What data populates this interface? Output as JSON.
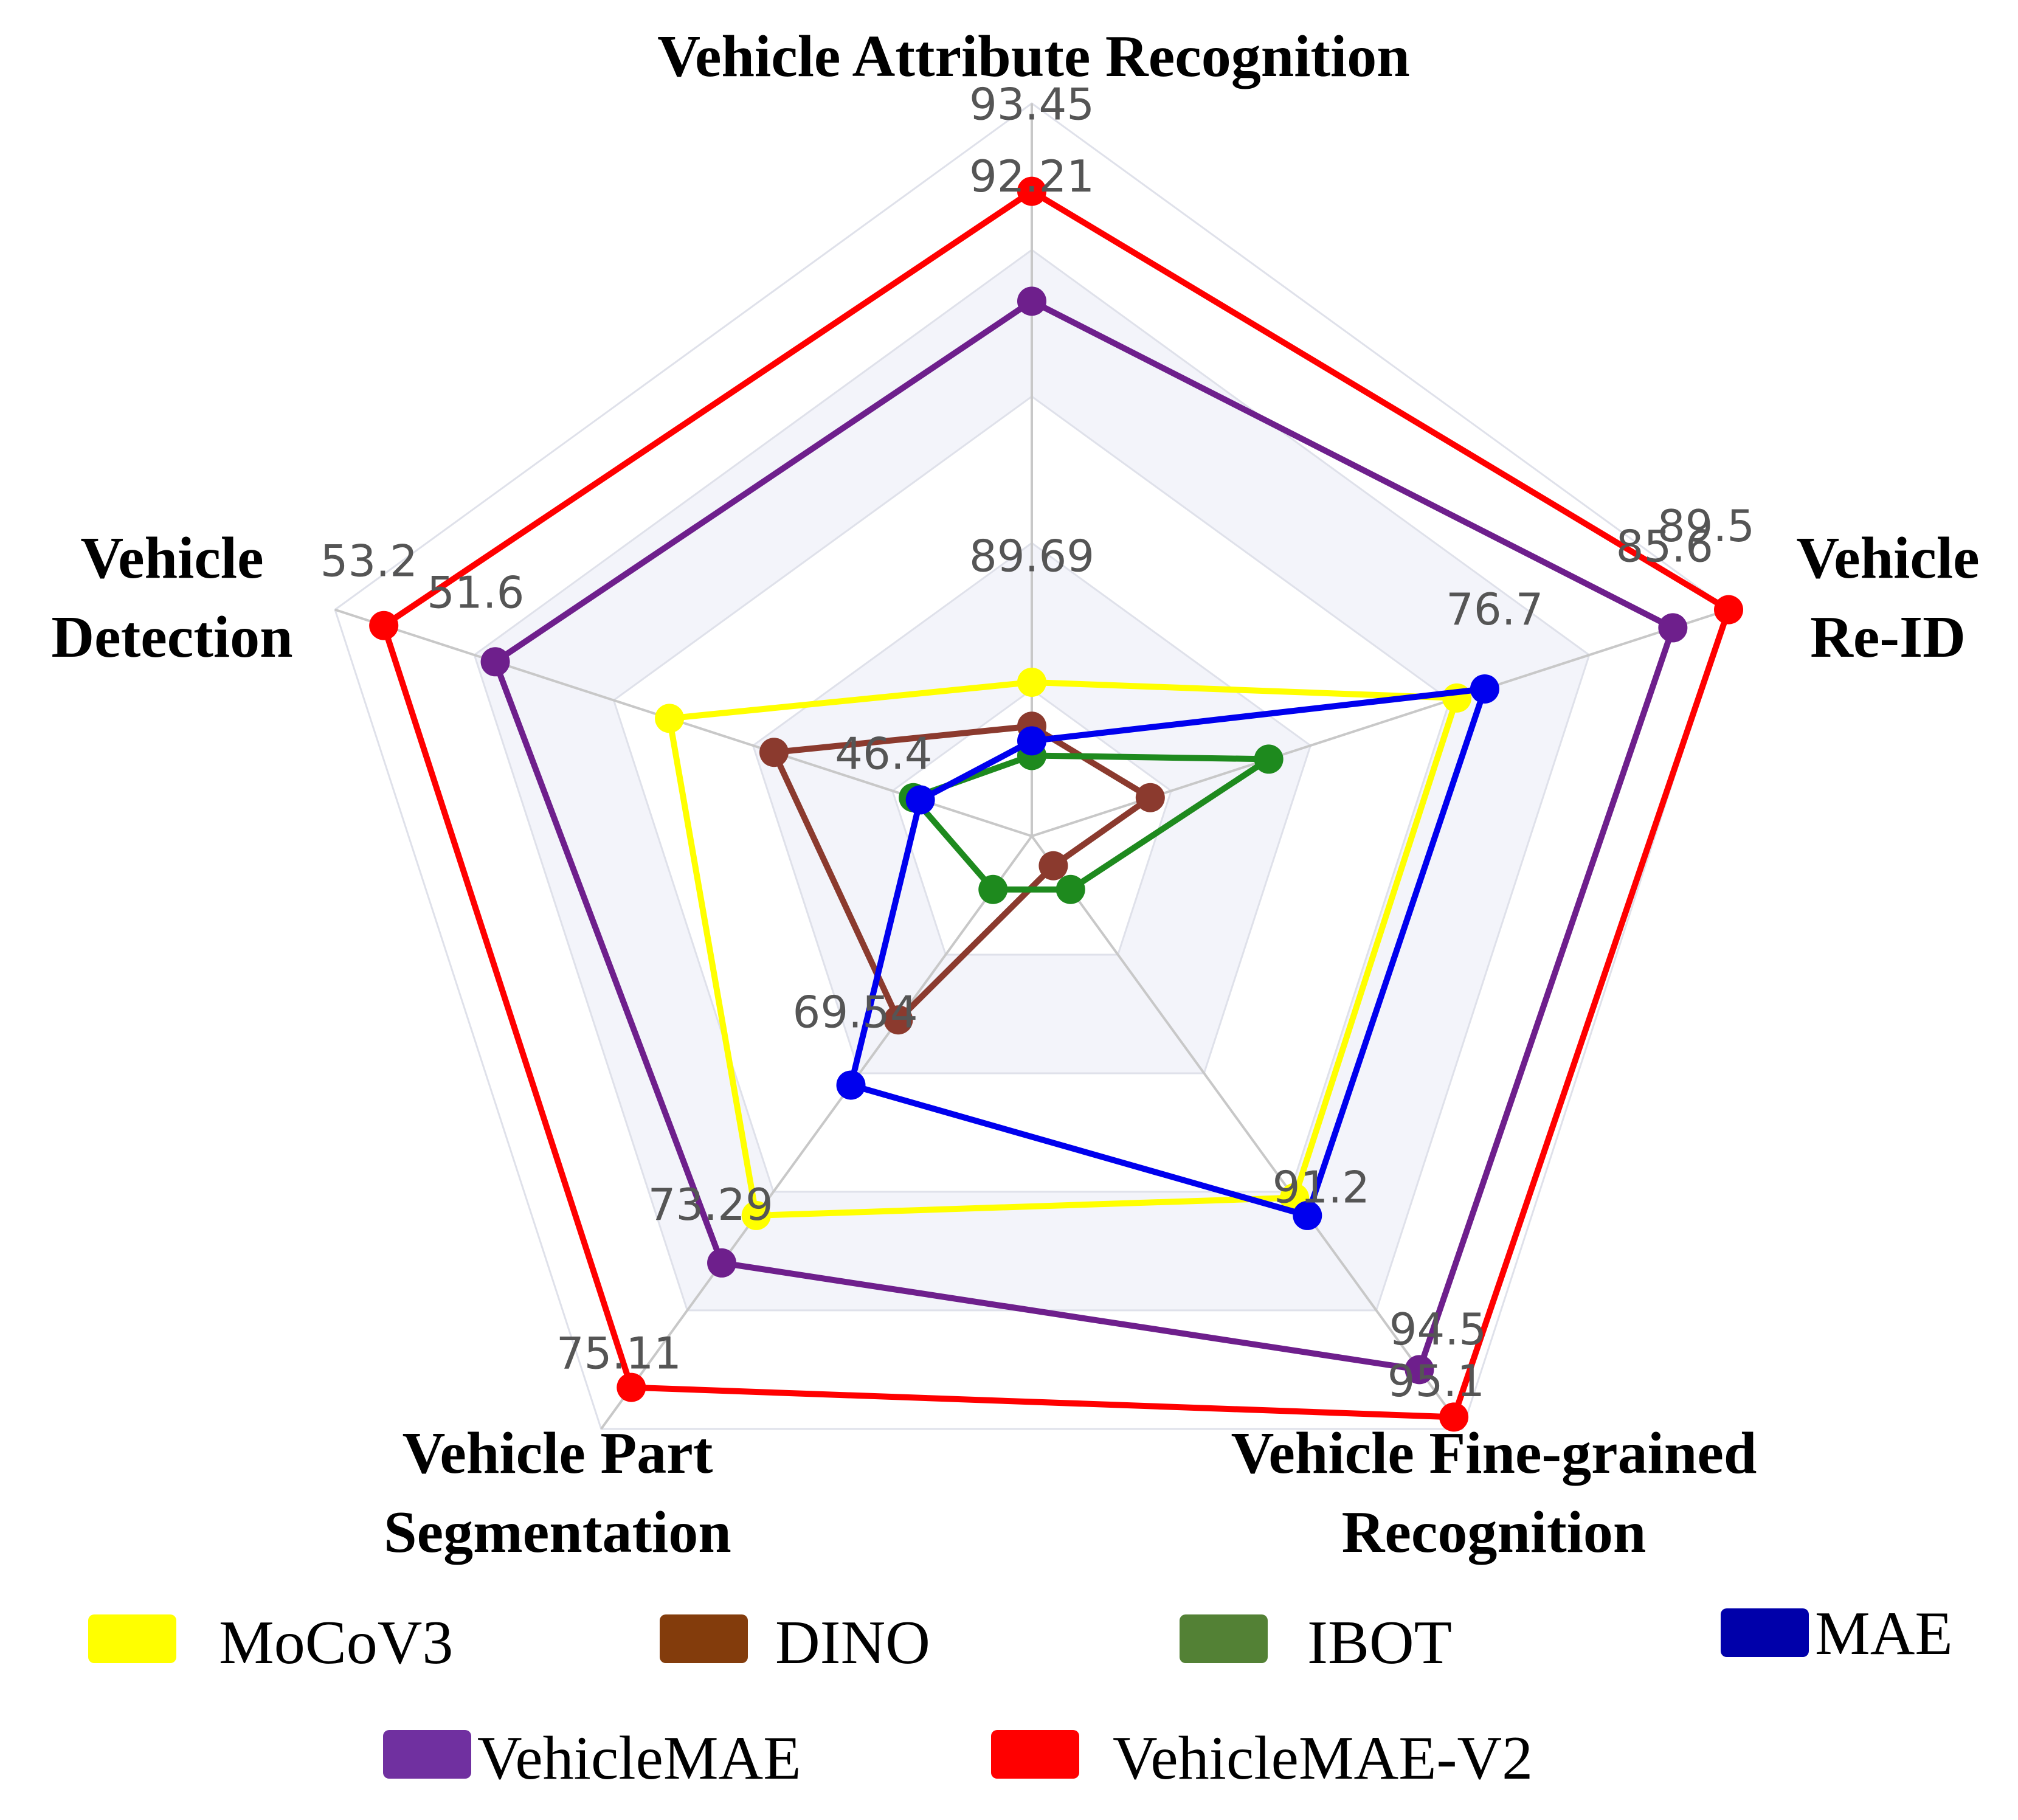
{
  "chart_data": {
    "type": "radar",
    "axes": [
      "Vehicle Attribute Recognition",
      "Vehicle Re-ID",
      "Vehicle Fine-grained Recognition",
      "Vehicle Part Segmentation",
      "Vehicle Detection"
    ],
    "axis_title_lines": [
      [
        "Vehicle Attribute Recognition"
      ],
      [
        "Vehicle",
        "Re-ID"
      ],
      [
        "Vehicle Fine-grained",
        "Recognition"
      ],
      [
        "Vehicle Part",
        "Segmentation"
      ],
      [
        "Vehicle",
        "Detection"
      ]
    ],
    "series": [
      {
        "name": "MoCoV3",
        "color": "#ffff00",
        "values": [
          0.21,
          0.61,
          0.61,
          0.64,
          0.52
        ]
      },
      {
        "name": "DINO",
        "color": "#8b3a2e",
        "values": [
          0.15,
          0.17,
          0.05,
          0.31,
          0.37
        ]
      },
      {
        "name": "IBOT",
        "color": "#1e8a1e",
        "values": [
          0.11,
          0.34,
          0.09,
          0.09,
          0.17
        ]
      },
      {
        "name": "MAE",
        "color": "#0000ee",
        "values": [
          0.13,
          0.65,
          0.64,
          0.42,
          0.16
        ]
      },
      {
        "name": "VehicleMAE",
        "color": "#6e1f8c",
        "values": [
          0.73,
          0.92,
          0.9,
          0.72,
          0.77
        ]
      },
      {
        "name": "VehicleMAE-V2",
        "color": "#ff0000",
        "values": [
          0.88,
          1.0,
          0.98,
          0.93,
          0.93
        ]
      }
    ],
    "value_labels": [
      {
        "axis": 0,
        "text": "93.45"
      },
      {
        "axis": 0,
        "text": "92.21"
      },
      {
        "axis": 0,
        "text": "89.69"
      },
      {
        "axis": 1,
        "text": "85.6"
      },
      {
        "axis": 1,
        "text": "89.5"
      },
      {
        "axis": 1,
        "text": "76.7"
      },
      {
        "axis": 2,
        "text": "91.2"
      },
      {
        "axis": 2,
        "text": "94.5"
      },
      {
        "axis": 2,
        "text": "95.1"
      },
      {
        "axis": 3,
        "text": "69.54"
      },
      {
        "axis": 3,
        "text": "73.29"
      },
      {
        "axis": 3,
        "text": "75.11"
      },
      {
        "axis": 4,
        "text": "53.2"
      },
      {
        "axis": 4,
        "text": "51.6"
      },
      {
        "axis": 4,
        "text": "46.4"
      }
    ],
    "rings": 5,
    "legend_rows": [
      [
        "MoCoV3",
        "DINO",
        "IBOT",
        "MAE"
      ],
      [
        "VehicleMAE",
        "VehicleMAE-V2"
      ]
    ],
    "legend_colors": {
      "MoCoV3": "#ffff00",
      "DINO": "#833c0c",
      "IBOT": "#538135",
      "MAE": "#0000aa",
      "VehicleMAE": "#7030a0",
      "VehicleMAE-V2": "#ff0000"
    },
    "grid_line_color": "#c8c8c8",
    "band_color": "#f3f4fa",
    "legend": "bottom"
  }
}
